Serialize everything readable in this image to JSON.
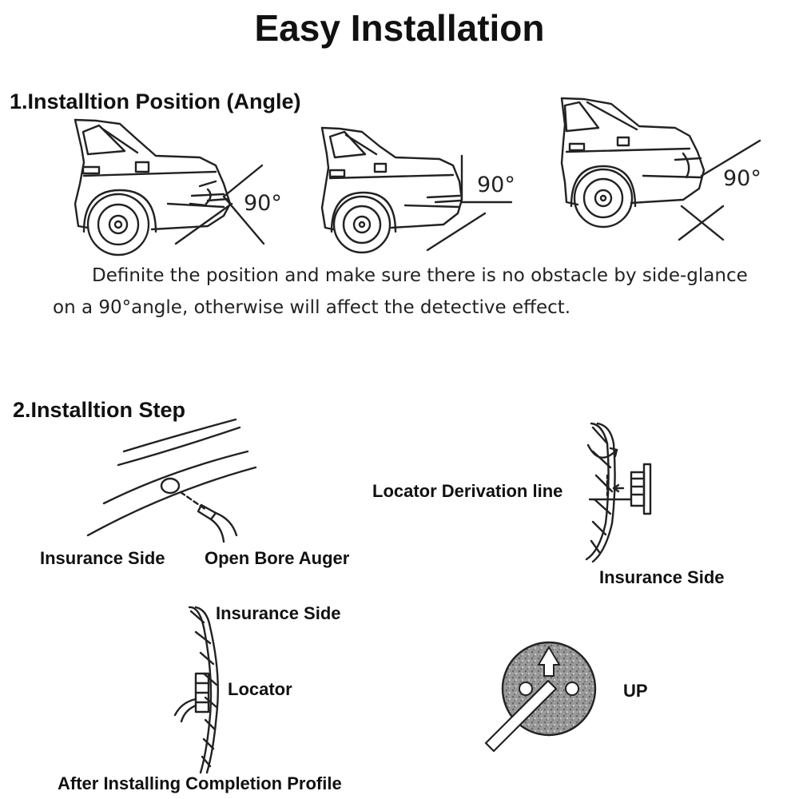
{
  "title": "Easy Installation",
  "section1": {
    "heading": "1.Installtion Position (Angle)",
    "angle_labels": [
      "90°",
      "90°",
      "90°"
    ],
    "description_line1": "Definite the position and make sure there is no obstacle by side-glance",
    "description_line2": "on a 90°angle, otherwise will affect the detective effect."
  },
  "section2": {
    "heading": "2.Installtion Step",
    "step1": {
      "label_left": "Insurance Side",
      "label_right": "Open Bore Auger"
    },
    "step2": {
      "label_line": "Locator Derivation line",
      "label_bottom": "Insurance Side"
    },
    "step3": {
      "label_top": "Insurance Side",
      "label_mid": "Locator",
      "label_bottom": "After Installing Completion Profile"
    },
    "step4": {
      "label": "UP"
    }
  }
}
